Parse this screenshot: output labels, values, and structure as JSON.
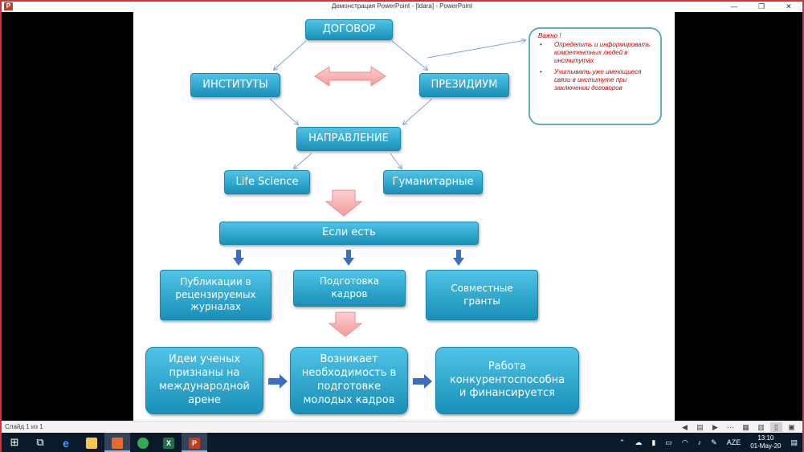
{
  "window": {
    "title": "Демонстрация PowerPoint - [Idara] - PowerPoint",
    "app_icon": "P",
    "buttons": [
      "—",
      "❐",
      "✕"
    ]
  },
  "slide": {
    "top": "ДОГОВОР",
    "left": "ИНСТИТУТЫ",
    "right": "ПРЕЗИДИУМ",
    "center": "НАПРАВЛЕНИЕ",
    "branch_left": "Life Science",
    "branch_right": "Гуманитарные",
    "condition": "Если есть",
    "row1": [
      "Публикации в рецензируемых журналах",
      "Подготовка кадров",
      "Совместные гранты"
    ],
    "row2": [
      "Идеи ученых признаны на международной арене",
      "Возникает необходимость в подготовке молодых кадров",
      "Работа конкурентоспособна и финансируется"
    ],
    "note": {
      "title": "Важно !",
      "items": [
        "Определить и информировать компетентных людей в институтах",
        "Учитывать уже имеющиеся связи в институте при заключении договоров"
      ]
    },
    "colors": {
      "box": "#1f9cc6",
      "pink_arrow": "#f7a7a7",
      "blue_arrow": "#3a6fc1",
      "note_text": "#d00000"
    }
  },
  "statusbar": {
    "slide_count": "Слайд 1 из 1"
  },
  "taskbar": {
    "language": "AZE",
    "time": "13:10",
    "date": "01-May-20"
  }
}
